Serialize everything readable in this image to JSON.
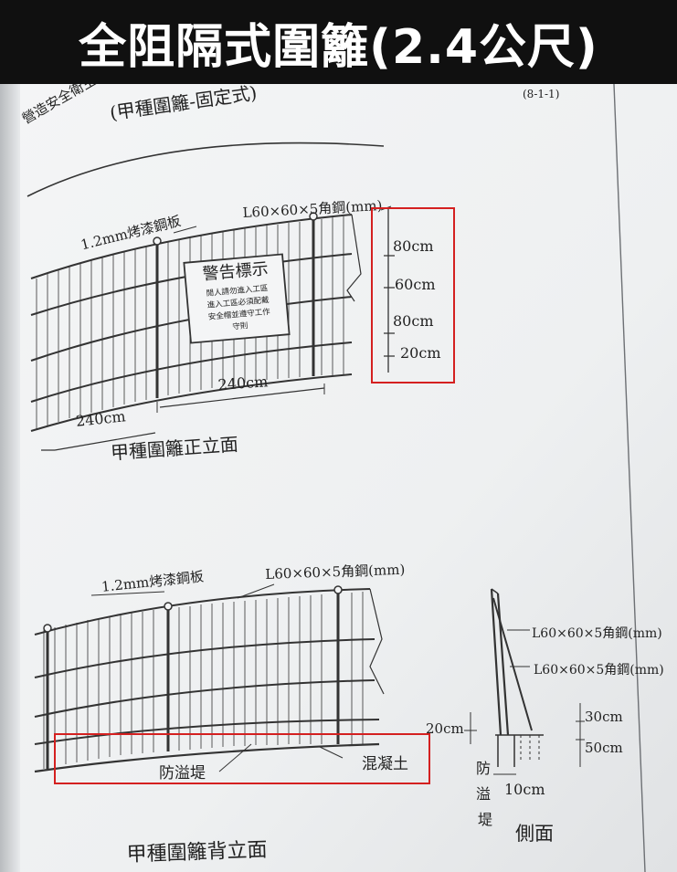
{
  "banner": {
    "title": "全阻隔式圍籬(2.4公尺)"
  },
  "header": {
    "title_a": "營造安全衛生設施標",
    "title_b": "(甲種圍籬-固定式)",
    "code": "(8-1-1)"
  },
  "front": {
    "material_plate": "1.2mm烤漆鋼板",
    "material_steel": "L60×60×5角鋼(mm)",
    "sign": {
      "title": "警告標示",
      "lines": [
        "閒人請勿進入工區",
        "進入工區必須配戴",
        "安全帽並遵守工作",
        "守則"
      ]
    },
    "span_1": "240cm",
    "span_2": "240cm",
    "dims": [
      "80cm",
      "60cm",
      "80cm",
      "20cm"
    ],
    "caption": "甲種圍籬正立面"
  },
  "back": {
    "material_plate": "1.2mm烤漆鋼板",
    "material_steel": "L60×60×5角鋼(mm)",
    "dim_20": "20cm",
    "dike": "防溢堤",
    "concrete": "混凝土",
    "caption": "甲種圍籬背立面"
  },
  "side": {
    "steel_1": "L60×60×5角鋼(mm)",
    "steel_2": "L60×60×5角鋼(mm)",
    "dim_30": "30cm",
    "dim_50": "50cm",
    "dim_10": "10cm",
    "dike_1": "防",
    "dike_2": "溢",
    "dike_3": "堤",
    "caption": "側面"
  }
}
